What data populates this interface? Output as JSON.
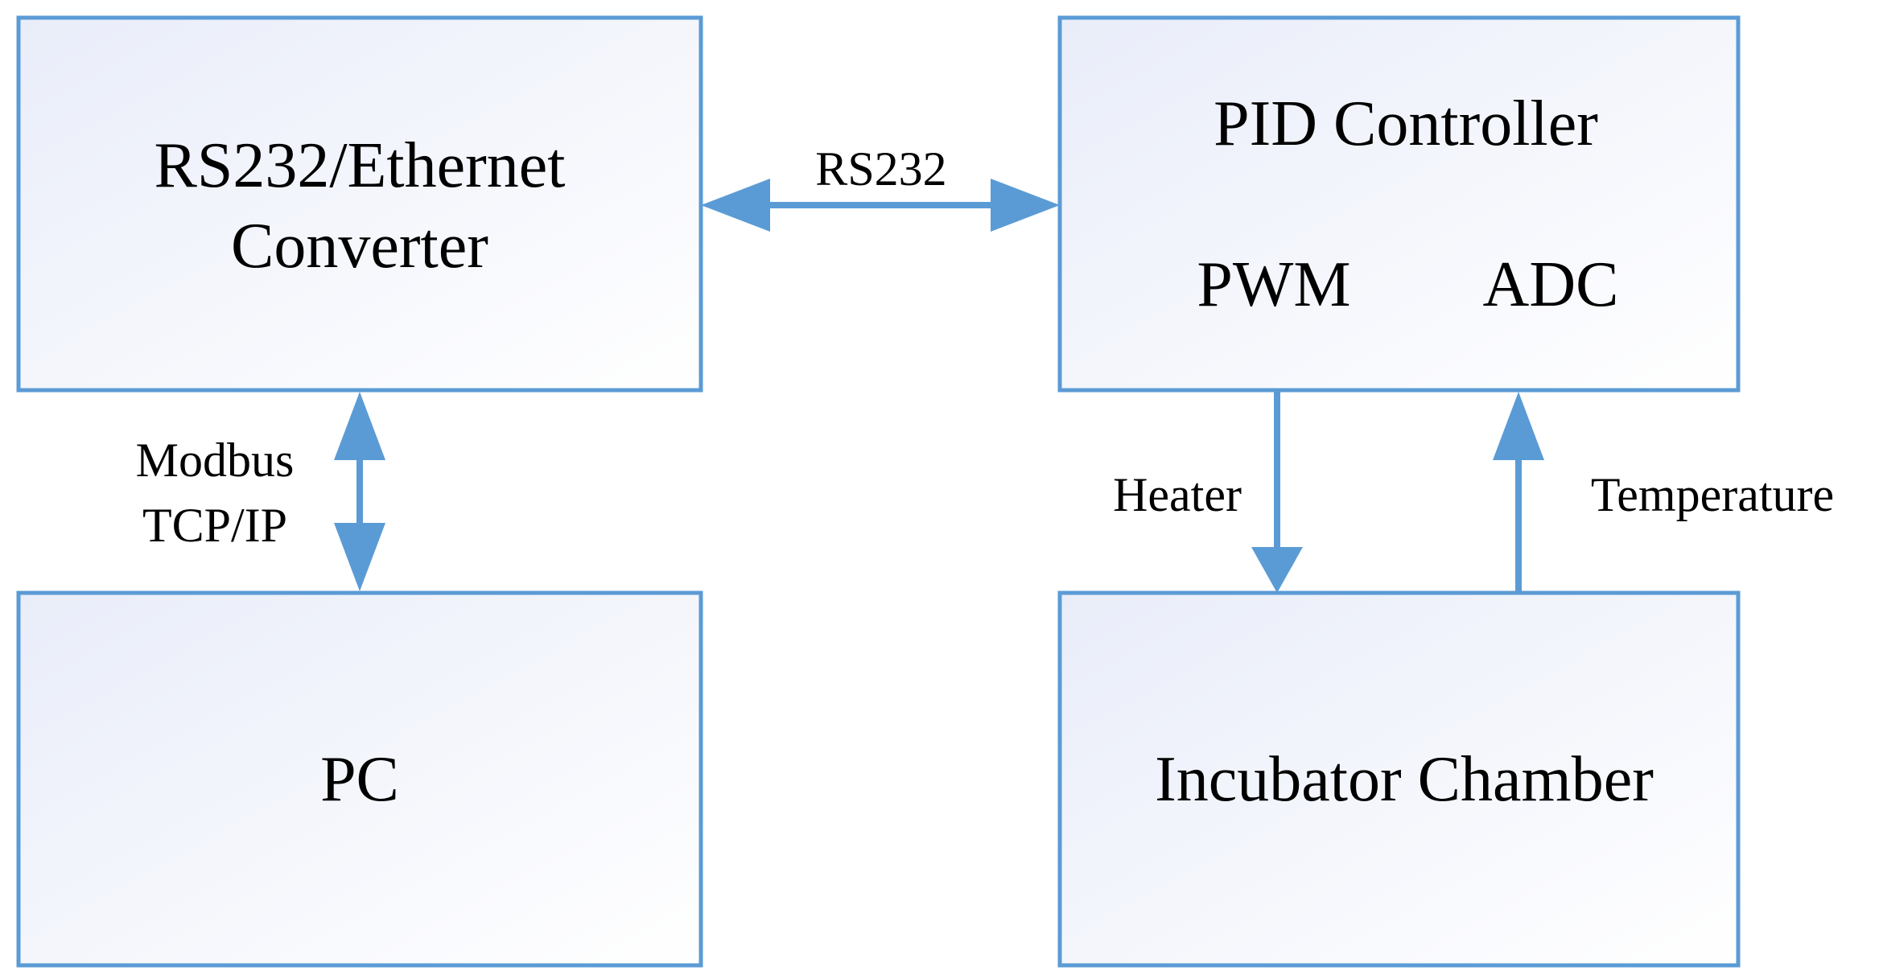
{
  "colors": {
    "box_stroke": "#5b9bd5",
    "arrow": "#5b9bd5",
    "box_fill_top": "#e9edf9",
    "box_fill_bottom": "#ffffff",
    "text": "#000000"
  },
  "blocks": {
    "converter": {
      "line1": "RS232/Ethernet",
      "line2": "Converter"
    },
    "pid": {
      "title": "PID Controller",
      "pwm": "PWM",
      "adc": "ADC"
    },
    "pc": {
      "label": "PC"
    },
    "chamber": {
      "label": "Incubator Chamber"
    }
  },
  "edges": {
    "rs232": {
      "label": "RS232",
      "direction": "bidirectional"
    },
    "modbus": {
      "line1": "Modbus",
      "line2": "TCP/IP",
      "direction": "bidirectional"
    },
    "heater": {
      "label": "Heater",
      "direction": "down"
    },
    "temperature": {
      "label": "Temperature",
      "direction": "up"
    }
  }
}
